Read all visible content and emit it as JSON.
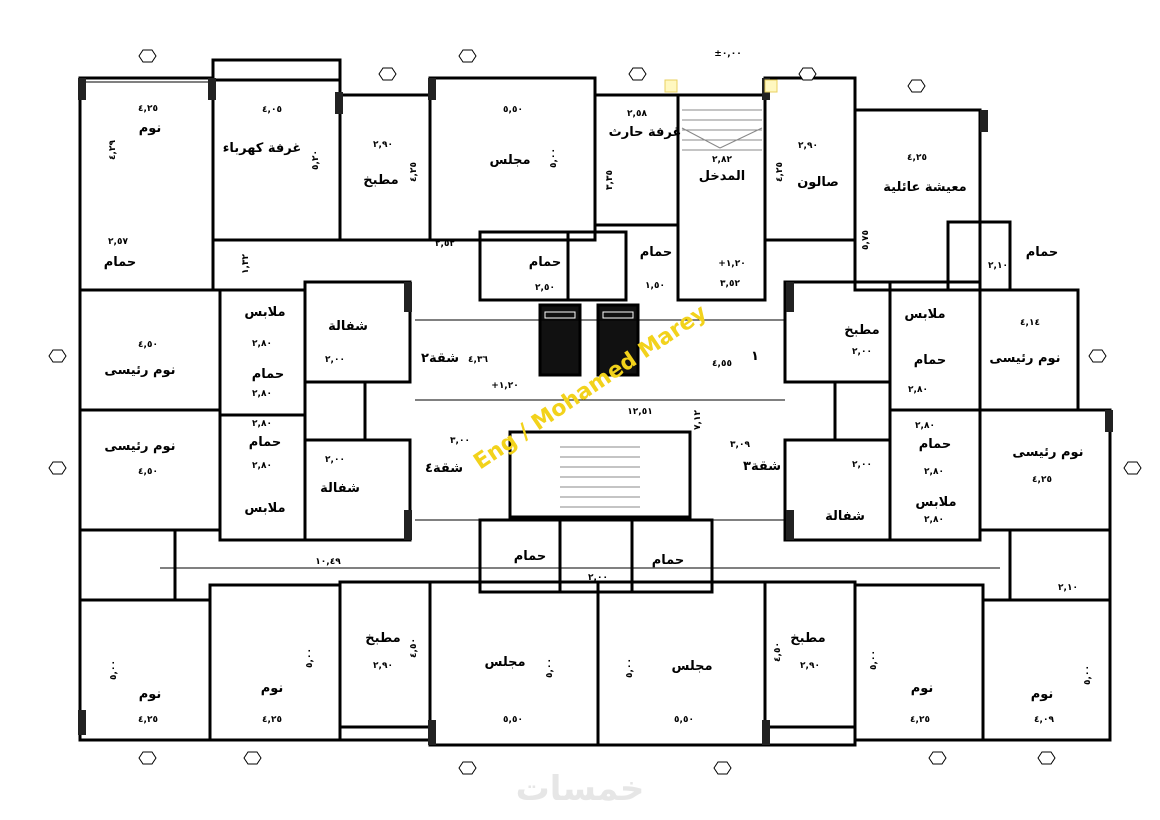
{
  "plan": {
    "top_rooms": [
      {
        "label": "نوم",
        "dim": "٤,٢٥",
        "dim2": "٤,٢٩"
      },
      {
        "label": "غرفة كهرباء",
        "dim": "٤,٠٥",
        "dim2": "٥,٢٠"
      },
      {
        "label": "مطبخ",
        "dim": "٢,٩٠",
        "dim2": "٤,٢٥"
      },
      {
        "label": "مجلس",
        "dim": "٥,٥٠",
        "dim2": "٥,٠٠"
      },
      {
        "label": "غرفة حارث",
        "dim": "٢,٥٨",
        "dim2": "٣,٣٥"
      },
      {
        "label": "المدخل",
        "dim": "٢,٨٢",
        "dim2": "٣,٥٢"
      },
      {
        "label": "صالون",
        "dim": "٢,٩٠",
        "dim2": "٤,٢٥"
      },
      {
        "label": "معيشة عائلية",
        "dim": "٤,٢٥",
        "dim2": "٥,٧٥"
      }
    ],
    "mid_rooms": [
      {
        "label": "نوم رئيسى",
        "dim": "٤,٥٠"
      },
      {
        "label": "نوم رئيسى",
        "dim": "٤,٥٠"
      },
      {
        "label": "نوم رئيسى",
        "dim": "٤,١٤"
      },
      {
        "label": "نوم رئيسى",
        "dim": "٤,٢٥"
      },
      {
        "label": "ملابس",
        "dim": "٢,٨٠"
      },
      {
        "label": "ملابس",
        "dim": "٢,٨٠"
      },
      {
        "label": "ملابس",
        "dim": "٢,٨٠"
      },
      {
        "label": "ملابس",
        "dim": "٢,٨٠"
      },
      {
        "label": "شفالة",
        "dim": "٢,٠٠"
      },
      {
        "label": "شفالة",
        "dim": "٢,٠٠"
      },
      {
        "label": "شفالة",
        "dim": "٢,٠٠"
      },
      {
        "label": "مطبخ",
        "dim": "٢,٠٠"
      },
      {
        "label": "حمام",
        "dim": "٢,٨٠"
      },
      {
        "label": "حمام",
        "dim": "٢,٨٠"
      },
      {
        "label": "حمام",
        "dim": "٢,٨٠"
      },
      {
        "label": "حمام",
        "dim": "٢,٨٠"
      },
      {
        "label": "حمام",
        "dim": "٢,٥٧"
      },
      {
        "label": "حمام",
        "dim": "٢,٥٠"
      },
      {
        "label": "حمام",
        "dim": "٢,١٠"
      },
      {
        "label": "حمام",
        "dim": "١,٥٠"
      },
      {
        "label": "حمام",
        "dim": "٢,٠٠"
      },
      {
        "label": "حمام",
        "dim": "٢,١٠"
      }
    ],
    "apartments": [
      "شقة٢",
      "شقة٤",
      "شقة٣",
      "١"
    ],
    "corridor_dims": [
      "٤,٣٦",
      "٤,٥٥",
      "١٢,٥١",
      "٧,١٢",
      "٣,٠٠",
      "٣,٠٩",
      "١٠,٤٩",
      "١,٣٢",
      "٢,٥٢",
      "±٠,٠٠",
      "+١,٢٠",
      "+١,٢٠"
    ],
    "bottom_rooms": [
      {
        "label": "نوم",
        "dim": "٤,٢٥",
        "dim2": "٥,٠٠"
      },
      {
        "label": "نوم",
        "dim": "٤,٢٥",
        "dim2": "٥,٠٠"
      },
      {
        "label": "مطبخ",
        "dim": "٢,٩٠",
        "dim2": "٤,٥٠"
      },
      {
        "label": "مجلس",
        "dim": "٥,٥٠",
        "dim2": "٥,٠٠"
      },
      {
        "label": "مجلس",
        "dim": "٥,٥٠",
        "dim2": "٥,٠٠"
      },
      {
        "label": "مطبخ",
        "dim": "٢,٩٠",
        "dim2": "٤,٥٠"
      },
      {
        "label": "نوم",
        "dim": "٤,٢٥",
        "dim2": "٥,٠٠"
      },
      {
        "label": "نوم",
        "dim": "٤,٠٩",
        "dim2": "٥,٠٠"
      }
    ],
    "watermark": "Eng / Mohamed Marey",
    "logo": "خمسات",
    "colors": {
      "wall": "#000000",
      "watermark": "#f2d21b",
      "logo": "#e6e6e6"
    }
  }
}
